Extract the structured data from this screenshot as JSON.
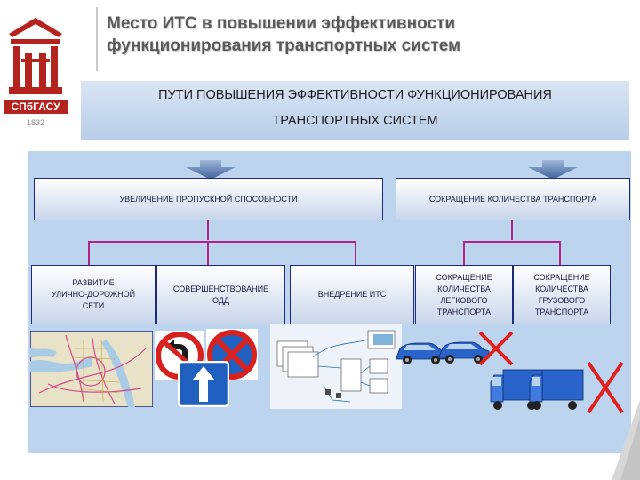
{
  "logo": {
    "name": "СПбГАСУ",
    "year": "1832"
  },
  "title": {
    "line1": "Место ИТС в повышении эффективности",
    "line2": "функционирования транспортных систем"
  },
  "banner": {
    "line1": "ПУТИ ПОВЫШЕНИЯ ЭФФЕКТИВНОСТИ ФУНКЦИОНИРОВАНИЯ",
    "line2": "ТРАНСПОРТНЫХ СИСТЕМ"
  },
  "boxes": {
    "capacity": "УВЕЛИЧЕНИЕ ПРОПУСКНОЙ СПОСОБНОСТИ",
    "reduce": "СОКРАЩЕНИЕ КОЛИЧЕСТВА ТРАНСПОРТА",
    "road": "РАЗВИТИЕ\nУЛИЧНО-ДОРОЖНОЙ\nСЕТИ",
    "odd": "СОВЕРШЕНСТВОВАНИЕ\nОДД",
    "its": "ВНЕДРЕНИЕ ИТС",
    "cars": "СОКРАЩЕНИЕ\nКОЛИЧЕСТВА\nЛЕГКОВОГО\nТРАНСПОРТА",
    "trucks": "СОКРАЩЕНИЕ\nКОЛИЧЕСТВА\nГРУЗОВОГО\nТРАНСПОРТА"
  },
  "colors": {
    "box_border": "#1d2a7a",
    "connector": "#b0248a",
    "panel": "#bdd4ee",
    "banner": "#c8d9ef",
    "cross": "#e0201c"
  }
}
